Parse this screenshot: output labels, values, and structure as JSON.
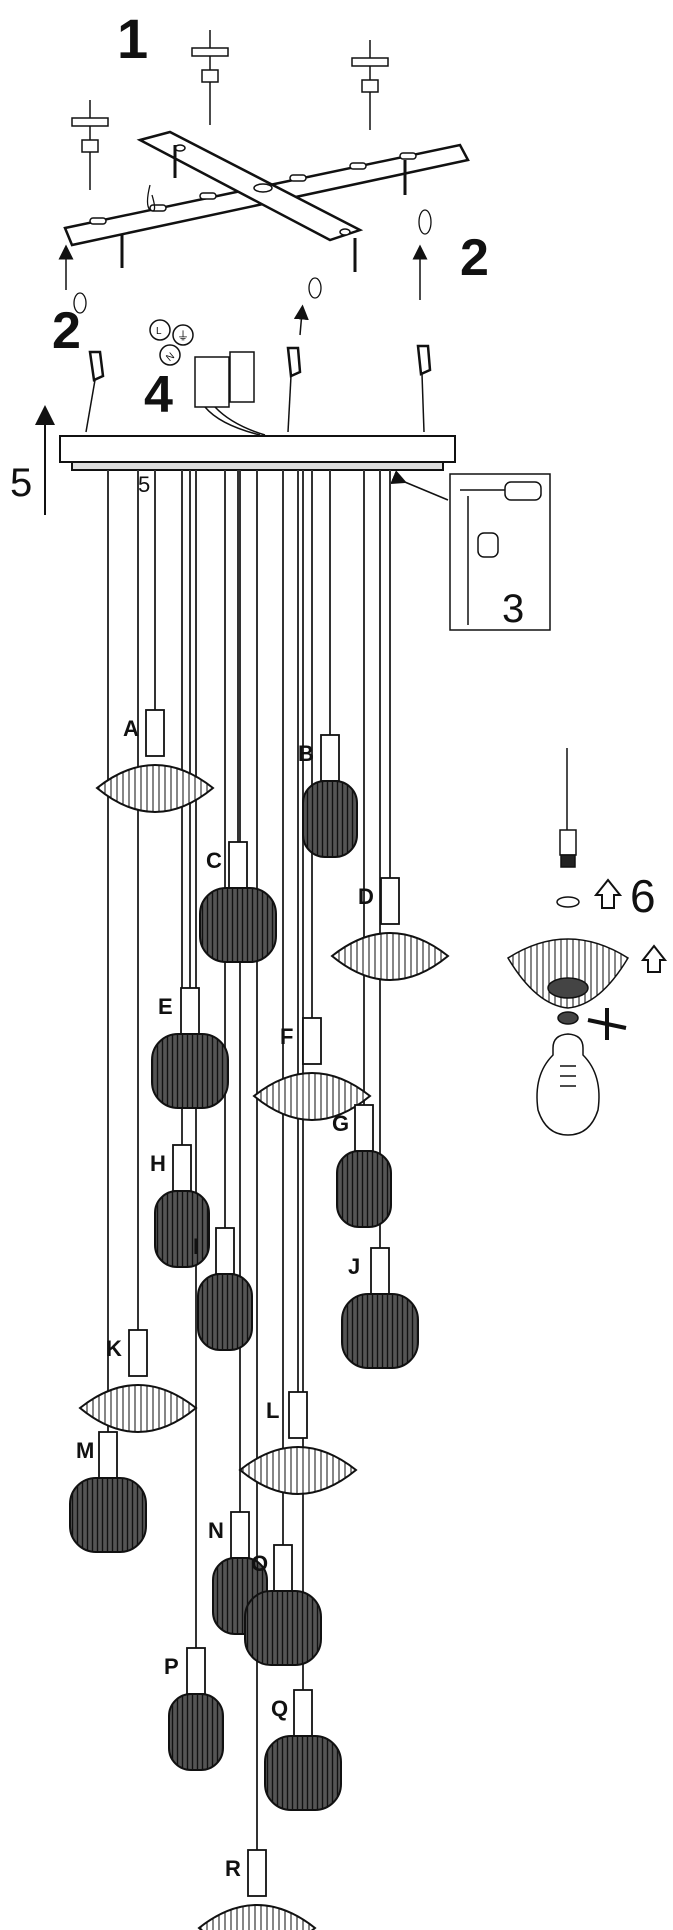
{
  "steps": {
    "s1": "1",
    "s2a": "2",
    "s2b": "2",
    "s3": "3",
    "s4": "4",
    "s5": "5",
    "s5small": "5",
    "s6": "6"
  },
  "wire_labels": {
    "n": "N",
    "ground": "⏚",
    "l": "L"
  },
  "lamps": [
    {
      "id": "A",
      "shape": "globe"
    },
    {
      "id": "B",
      "shape": "capsule"
    },
    {
      "id": "C",
      "shape": "drum"
    },
    {
      "id": "D",
      "shape": "globe"
    },
    {
      "id": "E",
      "shape": "drum"
    },
    {
      "id": "F",
      "shape": "globe"
    },
    {
      "id": "G",
      "shape": "capsule"
    },
    {
      "id": "H",
      "shape": "capsule"
    },
    {
      "id": "I",
      "shape": "capsule"
    },
    {
      "id": "J",
      "shape": "drum"
    },
    {
      "id": "K",
      "shape": "globe"
    },
    {
      "id": "L",
      "shape": "globe"
    },
    {
      "id": "M",
      "shape": "drum"
    },
    {
      "id": "N",
      "shape": "capsule"
    },
    {
      "id": "O",
      "shape": "drum"
    },
    {
      "id": "P",
      "shape": "capsule"
    },
    {
      "id": "Q",
      "shape": "drum"
    },
    {
      "id": "R",
      "shape": "globe"
    }
  ]
}
